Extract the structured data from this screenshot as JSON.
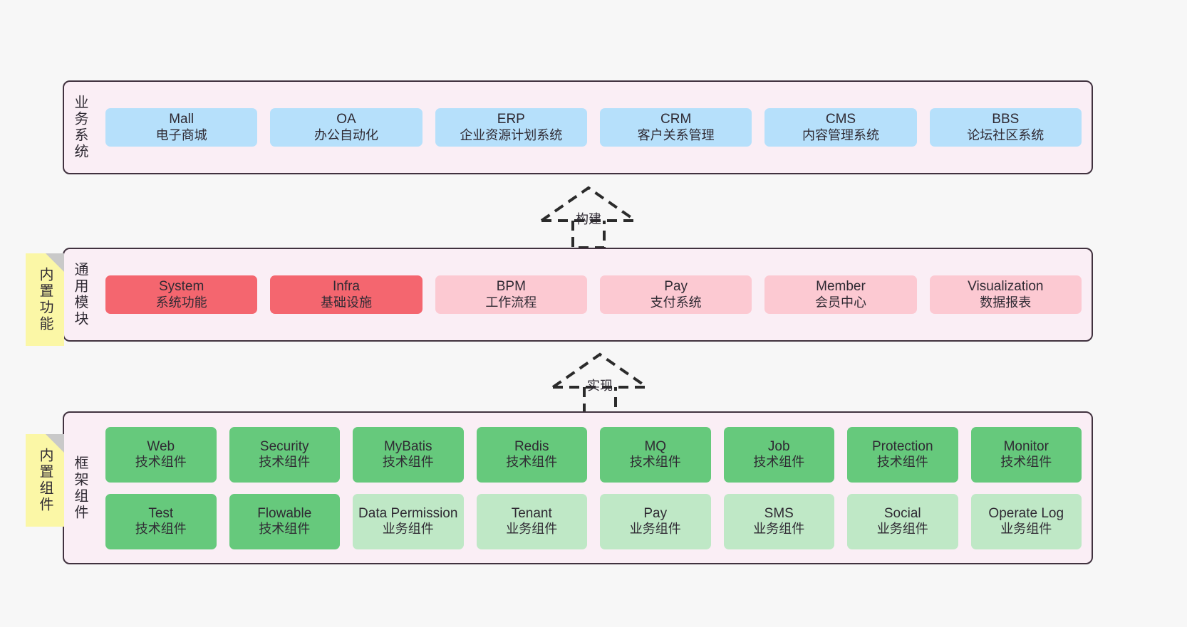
{
  "colors": {
    "background": "#f7f7f7",
    "layer_fill": "#faeef5",
    "layer_border": "#41323f",
    "note_fill": "#fbf7a6",
    "business_card": "#b6e0fb",
    "module_primary": "#f4666f",
    "module_secondary": "#fcc9d2",
    "tech_component": "#66c97c",
    "business_component": "#bfe8c6",
    "text": "#2f2a33"
  },
  "notes": [
    {
      "label": "内置功能"
    },
    {
      "label": "内置组件"
    }
  ],
  "connectors": [
    {
      "label": "构建",
      "from": "通用模块",
      "to": "业务系统"
    },
    {
      "label": "实现",
      "from": "框架组件",
      "to": "通用模块"
    }
  ],
  "layers": [
    {
      "id": "business-systems",
      "title": "业务系统",
      "rows": [
        {
          "cards": [
            {
              "en": "Mall",
              "cn": "电子商城",
              "style": "c-blue"
            },
            {
              "en": "OA",
              "cn": "办公自动化",
              "style": "c-blue"
            },
            {
              "en": "ERP",
              "cn": "企业资源计划系统",
              "style": "c-blue"
            },
            {
              "en": "CRM",
              "cn": "客户关系管理",
              "style": "c-blue"
            },
            {
              "en": "CMS",
              "cn": "内容管理系统",
              "style": "c-blue"
            },
            {
              "en": "BBS",
              "cn": "论坛社区系统",
              "style": "c-blue"
            }
          ]
        }
      ]
    },
    {
      "id": "common-modules",
      "title": "通用模块",
      "rows": [
        {
          "cards": [
            {
              "en": "System",
              "cn": "系统功能",
              "style": "c-red"
            },
            {
              "en": "Infra",
              "cn": "基础设施",
              "style": "c-red"
            },
            {
              "en": "BPM",
              "cn": "工作流程",
              "style": "c-pink"
            },
            {
              "en": "Pay",
              "cn": "支付系统",
              "style": "c-pink"
            },
            {
              "en": "Member",
              "cn": "会员中心",
              "style": "c-pink"
            },
            {
              "en": "Visualization",
              "cn": "数据报表",
              "style": "c-pink"
            }
          ]
        }
      ]
    },
    {
      "id": "framework-components",
      "title": "框架组件",
      "rows": [
        {
          "cards": [
            {
              "en": "Web",
              "cn": "技术组件",
              "style": "c-green"
            },
            {
              "en": "Security",
              "cn": "技术组件",
              "style": "c-green"
            },
            {
              "en": "MyBatis",
              "cn": "技术组件",
              "style": "c-green"
            },
            {
              "en": "Redis",
              "cn": "技术组件",
              "style": "c-green"
            },
            {
              "en": "MQ",
              "cn": "技术组件",
              "style": "c-green"
            },
            {
              "en": "Job",
              "cn": "技术组件",
              "style": "c-green"
            },
            {
              "en": "Protection",
              "cn": "技术组件",
              "style": "c-green"
            },
            {
              "en": "Monitor",
              "cn": "技术组件",
              "style": "c-green"
            }
          ]
        },
        {
          "cards": [
            {
              "en": "Test",
              "cn": "技术组件",
              "style": "c-green"
            },
            {
              "en": "Flowable",
              "cn": "技术组件",
              "style": "c-green"
            },
            {
              "en": "Data Permission",
              "cn": "业务组件",
              "style": "c-lightgreen"
            },
            {
              "en": "Tenant",
              "cn": "业务组件",
              "style": "c-lightgreen"
            },
            {
              "en": "Pay",
              "cn": "业务组件",
              "style": "c-lightgreen"
            },
            {
              "en": "SMS",
              "cn": "业务组件",
              "style": "c-lightgreen"
            },
            {
              "en": "Social",
              "cn": "业务组件",
              "style": "c-lightgreen"
            },
            {
              "en": "Operate Log",
              "cn": "业务组件",
              "style": "c-lightgreen"
            }
          ]
        }
      ]
    }
  ]
}
